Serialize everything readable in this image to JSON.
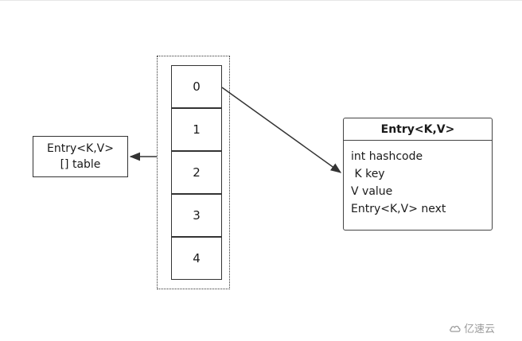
{
  "table_box": {
    "line1": "Entry<K,V>",
    "line2": "[] table"
  },
  "array": {
    "cells": [
      "0",
      "1",
      "2",
      "3",
      "4"
    ]
  },
  "entry": {
    "title": "Entry<K,V>",
    "fields": [
      "int hashcode",
      " K key",
      "V value",
      "Entry<K,V> next"
    ]
  },
  "watermark": {
    "text": "亿速云",
    "logo": "cloud-logo-icon"
  }
}
